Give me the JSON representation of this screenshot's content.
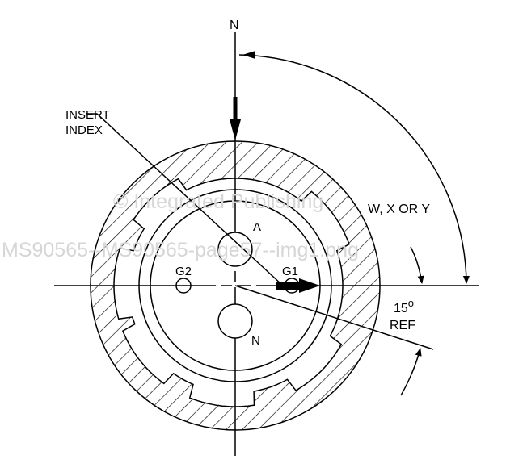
{
  "labels": {
    "north_top": "N",
    "insert_index_line1": "INSERT",
    "insert_index_line2": "INDEX",
    "angle_label": "W, X OR Y",
    "ref_angle_value": "15",
    "ref_angle_unit": "o",
    "ref_label": "REF",
    "contact_a": "A",
    "contact_n": "N",
    "contact_g1": "G1",
    "contact_g2": "G2"
  },
  "watermark": {
    "line1": "© Integrated Publishing",
    "line2": "MS90565--MS90565-page57--img1.png"
  }
}
